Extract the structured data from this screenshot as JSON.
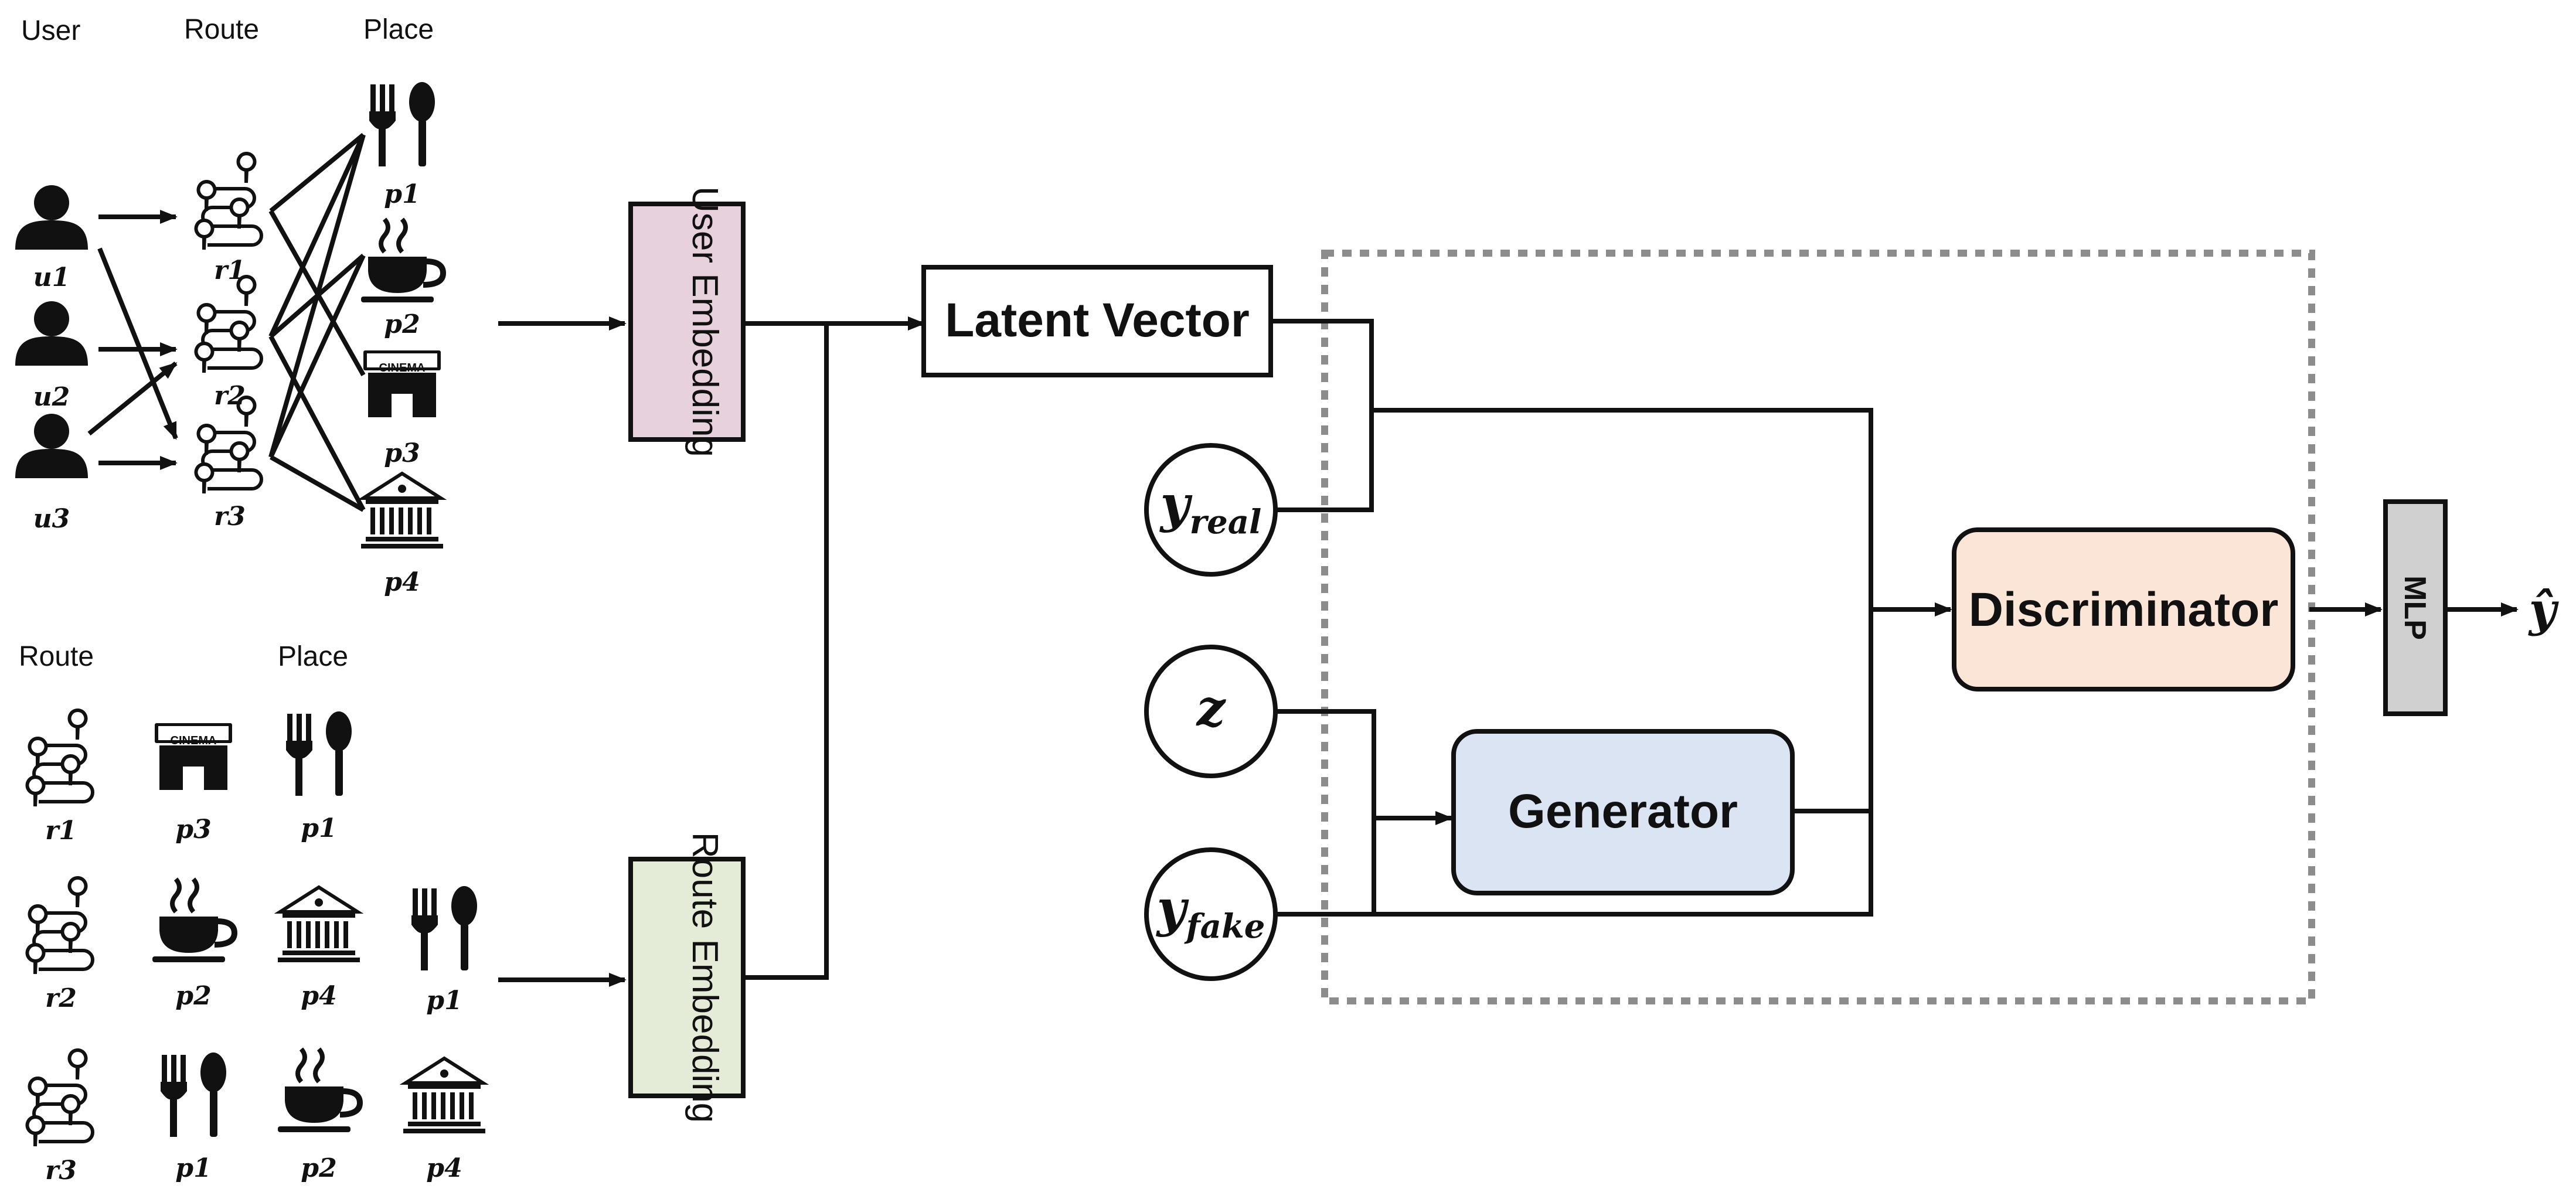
{
  "top_headers": {
    "user": "User",
    "route": "Route",
    "place": "Place"
  },
  "bottom_headers": {
    "route": "Route",
    "place": "Place"
  },
  "users": [
    "u1",
    "u2",
    "u3"
  ],
  "routes": [
    "r1",
    "r2",
    "r3"
  ],
  "places": [
    {
      "label": "p1",
      "icon": "fork-spoon-icon"
    },
    {
      "label": "p2",
      "icon": "coffee-cup-icon"
    },
    {
      "label": "p3",
      "icon": "cinema-icon"
    },
    {
      "label": "p4",
      "icon": "museum-icon"
    }
  ],
  "cinema_sign": "CINEMA",
  "sequences": [
    {
      "route": "r1",
      "places": [
        "p3",
        "p1"
      ]
    },
    {
      "route": "r2",
      "places": [
        "p2",
        "p4",
        "p1"
      ]
    },
    {
      "route": "r3",
      "places": [
        "p1",
        "p2",
        "p4"
      ]
    }
  ],
  "boxes": {
    "user_embedding": "User Embedding",
    "route_embedding": "Route Embedding",
    "latent_vector": "Latent Vector",
    "generator": "Generator",
    "discriminator": "Discriminator",
    "mlp": "MLP"
  },
  "nodes": {
    "y_real": {
      "base": "y",
      "sub": "real"
    },
    "z": "z",
    "y_fake": {
      "base": "y",
      "sub": "fake"
    },
    "y_hat": "ŷ"
  },
  "colors": {
    "user_embedding": "#e6d1dc",
    "route_embedding": "#e4ecd8",
    "generator": "#dbe4f3",
    "discriminator": "#fbe5d6",
    "mlp": "#d0d0d0",
    "dashed_border": "#8c8c8c"
  }
}
